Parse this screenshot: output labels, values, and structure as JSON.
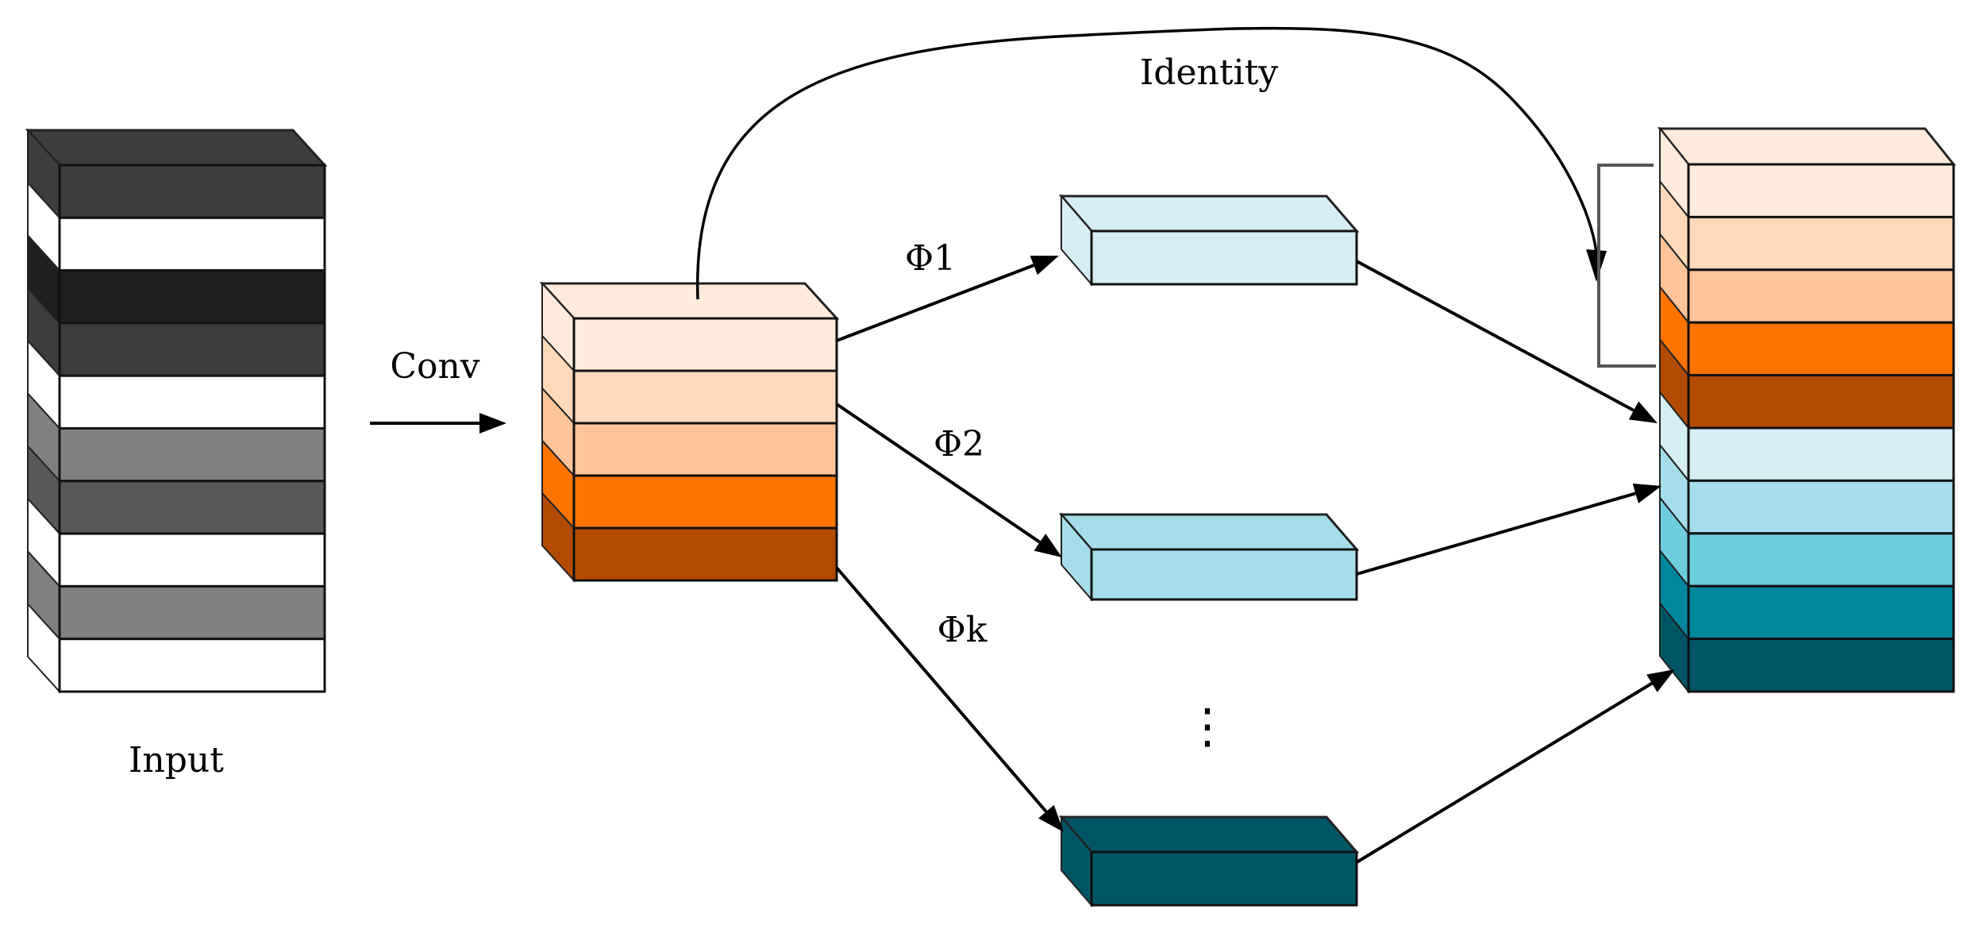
{
  "labels": {
    "input": "Input",
    "conv": "Conv",
    "identity": "Identity",
    "phi1": "Φ1",
    "phi2": "Φ2",
    "phik": "Φk",
    "ellipsis": "⋮"
  },
  "colors": {
    "input_stripes": [
      "#3d3d3d",
      "#ffffff",
      "#1f1f1f",
      "#3d3d3d",
      "#ffffff",
      "#808080",
      "#595959",
      "#ffffff",
      "#808080",
      "#ffffff"
    ],
    "conv_stripes": [
      "#ffebdb",
      "#ffd9b9",
      "#ffc49a",
      "#ff7400",
      "#b24b00"
    ],
    "output_stripes": [
      "#ffebdb",
      "#ffd9b9",
      "#ffc49a",
      "#ff7400",
      "#b24b00",
      "#d5eef3",
      "#a5deea",
      "#6ecddd",
      "#00879e",
      "#005565"
    ],
    "phi1_block": "#d5eef3",
    "phi2_block": "#a5deea",
    "phik_block": "#005565"
  }
}
